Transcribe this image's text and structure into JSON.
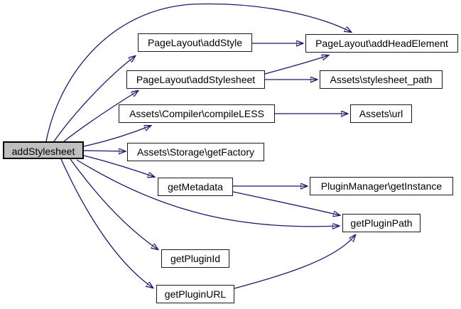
{
  "diagram": {
    "type": "call-graph",
    "background_color": "#ffffff",
    "edge_color": "#191970",
    "node_fill": "#ffffff",
    "node_border_color": "#000000",
    "highlighted_node_fill": "#bfbfbf",
    "nodes": [
      {
        "id": "addStylesheet",
        "label": "addStylesheet",
        "highlighted": true
      },
      {
        "id": "pagelayout-addstyle",
        "label": "PageLayout\\addStyle",
        "highlighted": false
      },
      {
        "id": "pagelayout-addstylesheet",
        "label": "PageLayout\\addStylesheet",
        "highlighted": false
      },
      {
        "id": "assets-compiler-compileless",
        "label": "Assets\\Compiler\\compileLESS",
        "highlighted": false
      },
      {
        "id": "assets-storage-getfactory",
        "label": "Assets\\Storage\\getFactory",
        "highlighted": false
      },
      {
        "id": "getmetadata",
        "label": "getMetadata",
        "highlighted": false
      },
      {
        "id": "getpluginid",
        "label": "getPluginId",
        "highlighted": false
      },
      {
        "id": "getpluginurl",
        "label": "getPluginURL",
        "highlighted": false
      },
      {
        "id": "pagelayout-addheadelement",
        "label": "PageLayout\\addHeadElement",
        "highlighted": false
      },
      {
        "id": "assets-stylesheet-path",
        "label": "Assets\\stylesheet_path",
        "highlighted": false
      },
      {
        "id": "assets-url",
        "label": "Assets\\url",
        "highlighted": false
      },
      {
        "id": "pluginmanager-getinstance",
        "label": "PluginManager\\getInstance",
        "highlighted": false
      },
      {
        "id": "getpluginpath",
        "label": "getPluginPath",
        "highlighted": false
      }
    ],
    "edges": [
      {
        "from": "addStylesheet",
        "to": "PageLayout\\addHeadElement"
      },
      {
        "from": "addStylesheet",
        "to": "PageLayout\\addStyle"
      },
      {
        "from": "addStylesheet",
        "to": "PageLayout\\addStylesheet"
      },
      {
        "from": "addStylesheet",
        "to": "Assets\\Compiler\\compileLESS"
      },
      {
        "from": "addStylesheet",
        "to": "Assets\\Storage\\getFactory"
      },
      {
        "from": "addStylesheet",
        "to": "getMetadata"
      },
      {
        "from": "addStylesheet",
        "to": "getPluginPath"
      },
      {
        "from": "addStylesheet",
        "to": "getPluginId"
      },
      {
        "from": "addStylesheet",
        "to": "getPluginURL"
      },
      {
        "from": "PageLayout\\addStyle",
        "to": "PageLayout\\addHeadElement"
      },
      {
        "from": "PageLayout\\addStylesheet",
        "to": "PageLayout\\addHeadElement"
      },
      {
        "from": "PageLayout\\addStylesheet",
        "to": "Assets\\stylesheet_path"
      },
      {
        "from": "Assets\\Compiler\\compileLESS",
        "to": "Assets\\url"
      },
      {
        "from": "getMetadata",
        "to": "PluginManager\\getInstance"
      },
      {
        "from": "getMetadata",
        "to": "getPluginPath"
      },
      {
        "from": "getPluginURL",
        "to": "getPluginPath"
      }
    ]
  }
}
